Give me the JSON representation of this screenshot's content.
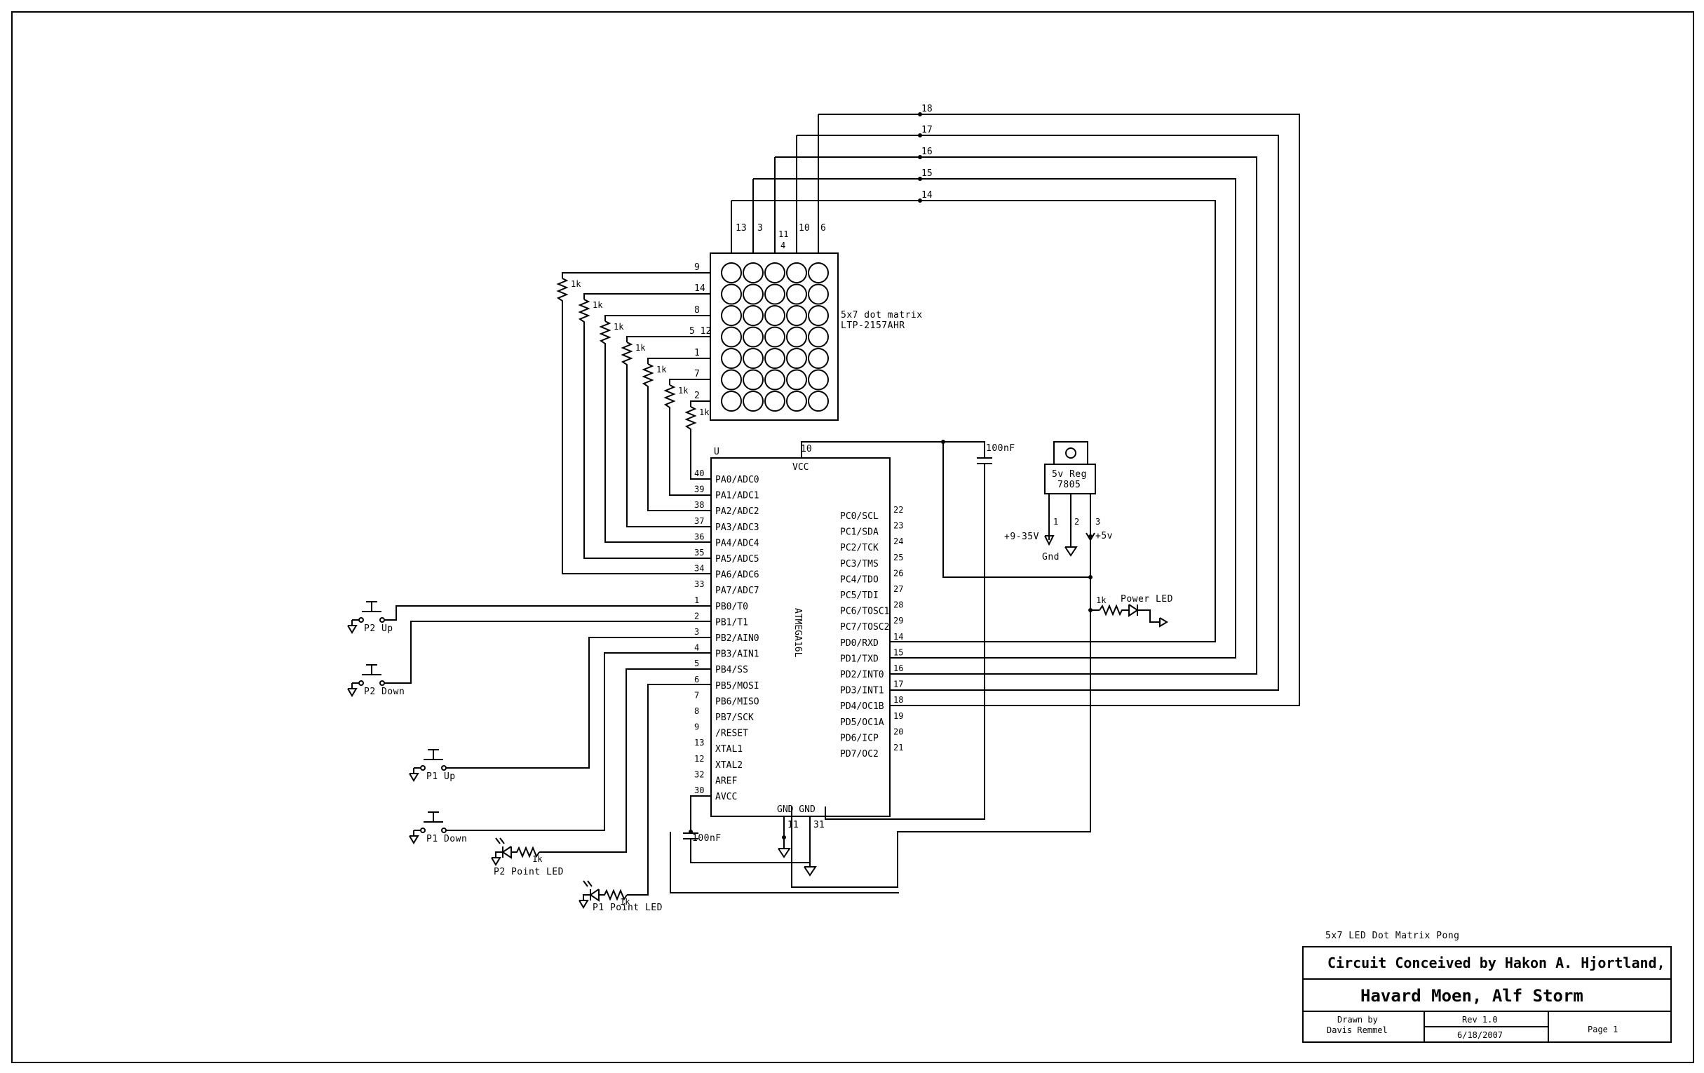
{
  "matrix": {
    "label": "5x7 dot matrix",
    "part": "LTP-2157AHR",
    "col_pins": [
      "13",
      "3",
      "11",
      "4",
      "10",
      "6"
    ],
    "row_pins": [
      "9",
      "14",
      "8",
      "5 12",
      "1",
      "7",
      "2"
    ]
  },
  "resistors": {
    "value": "1k"
  },
  "wire_numbers": [
    "18",
    "17",
    "16",
    "15",
    "14"
  ],
  "mcu": {
    "name": "ATMEGA16L",
    "u_label": "U",
    "vcc": "VCC",
    "vcc_pin": "10",
    "gnd": "GND GND",
    "gnd_pins": [
      "11",
      "31"
    ],
    "left_pins": [
      {
        "num": "40",
        "name": "PA0/ADC0"
      },
      {
        "num": "39",
        "name": "PA1/ADC1"
      },
      {
        "num": "38",
        "name": "PA2/ADC2"
      },
      {
        "num": "37",
        "name": "PA3/ADC3"
      },
      {
        "num": "36",
        "name": "PA4/ADC4"
      },
      {
        "num": "35",
        "name": "PA5/ADC5"
      },
      {
        "num": "34",
        "name": "PA6/ADC6"
      },
      {
        "num": "33",
        "name": "PA7/ADC7"
      },
      {
        "num": "1",
        "name": "PB0/T0"
      },
      {
        "num": "2",
        "name": "PB1/T1"
      },
      {
        "num": "3",
        "name": "PB2/AIN0"
      },
      {
        "num": "4",
        "name": "PB3/AIN1"
      },
      {
        "num": "5",
        "name": "PB4/SS"
      },
      {
        "num": "6",
        "name": "PB5/MOSI"
      },
      {
        "num": "7",
        "name": "PB6/MISO"
      },
      {
        "num": "8",
        "name": "PB7/SCK"
      },
      {
        "num": "9",
        "name": "/RESET"
      },
      {
        "num": "13",
        "name": "XTAL1"
      },
      {
        "num": "12",
        "name": "XTAL2"
      },
      {
        "num": "32",
        "name": "AREF"
      },
      {
        "num": "30",
        "name": "AVCC"
      }
    ],
    "right_pins": [
      {
        "num": "22",
        "name": "PC0/SCL"
      },
      {
        "num": "23",
        "name": "PC1/SDA"
      },
      {
        "num": "24",
        "name": "PC2/TCK"
      },
      {
        "num": "25",
        "name": "PC3/TMS"
      },
      {
        "num": "26",
        "name": "PC4/TDO"
      },
      {
        "num": "27",
        "name": "PC5/TDI"
      },
      {
        "num": "28",
        "name": "PC6/TOSC1"
      },
      {
        "num": "29",
        "name": "PC7/TOSC2"
      },
      {
        "num": "14",
        "name": "PD0/RXD"
      },
      {
        "num": "15",
        "name": "PD1/TXD"
      },
      {
        "num": "16",
        "name": "PD2/INT0"
      },
      {
        "num": "17",
        "name": "PD3/INT1"
      },
      {
        "num": "18",
        "name": "PD4/OC1B"
      },
      {
        "num": "19",
        "name": "PD5/OC1A"
      },
      {
        "num": "20",
        "name": "PD6/ICP"
      },
      {
        "num": "21",
        "name": "PD7/OC2"
      }
    ]
  },
  "regulator": {
    "line1": "5v Reg",
    "line2": "7805",
    "pins": [
      "1",
      "2",
      "3"
    ],
    "vin": "+9-35V",
    "gnd": "Gnd",
    "vout": "+5v"
  },
  "capacitors": {
    "c1": "100nF",
    "c2": "100nF"
  },
  "buttons": [
    "P2 Up",
    "P2 Down",
    "P1 Up",
    "P1 Down"
  ],
  "leds": {
    "power": "Power LED",
    "p2": "P2 Point LED",
    "p1": "P1 Point LED"
  },
  "title_block": {
    "project": "5x7 LED Dot Matrix Pong",
    "line1": "Circuit Conceived by Hakon A. Hjortland,",
    "line2": "Havard Moen, Alf Storm",
    "drawn_by_label": "Drawn by",
    "drawn_by": "Davis Remmel",
    "rev": "Rev 1.0",
    "date": "6/18/2007",
    "page": "Page 1"
  }
}
